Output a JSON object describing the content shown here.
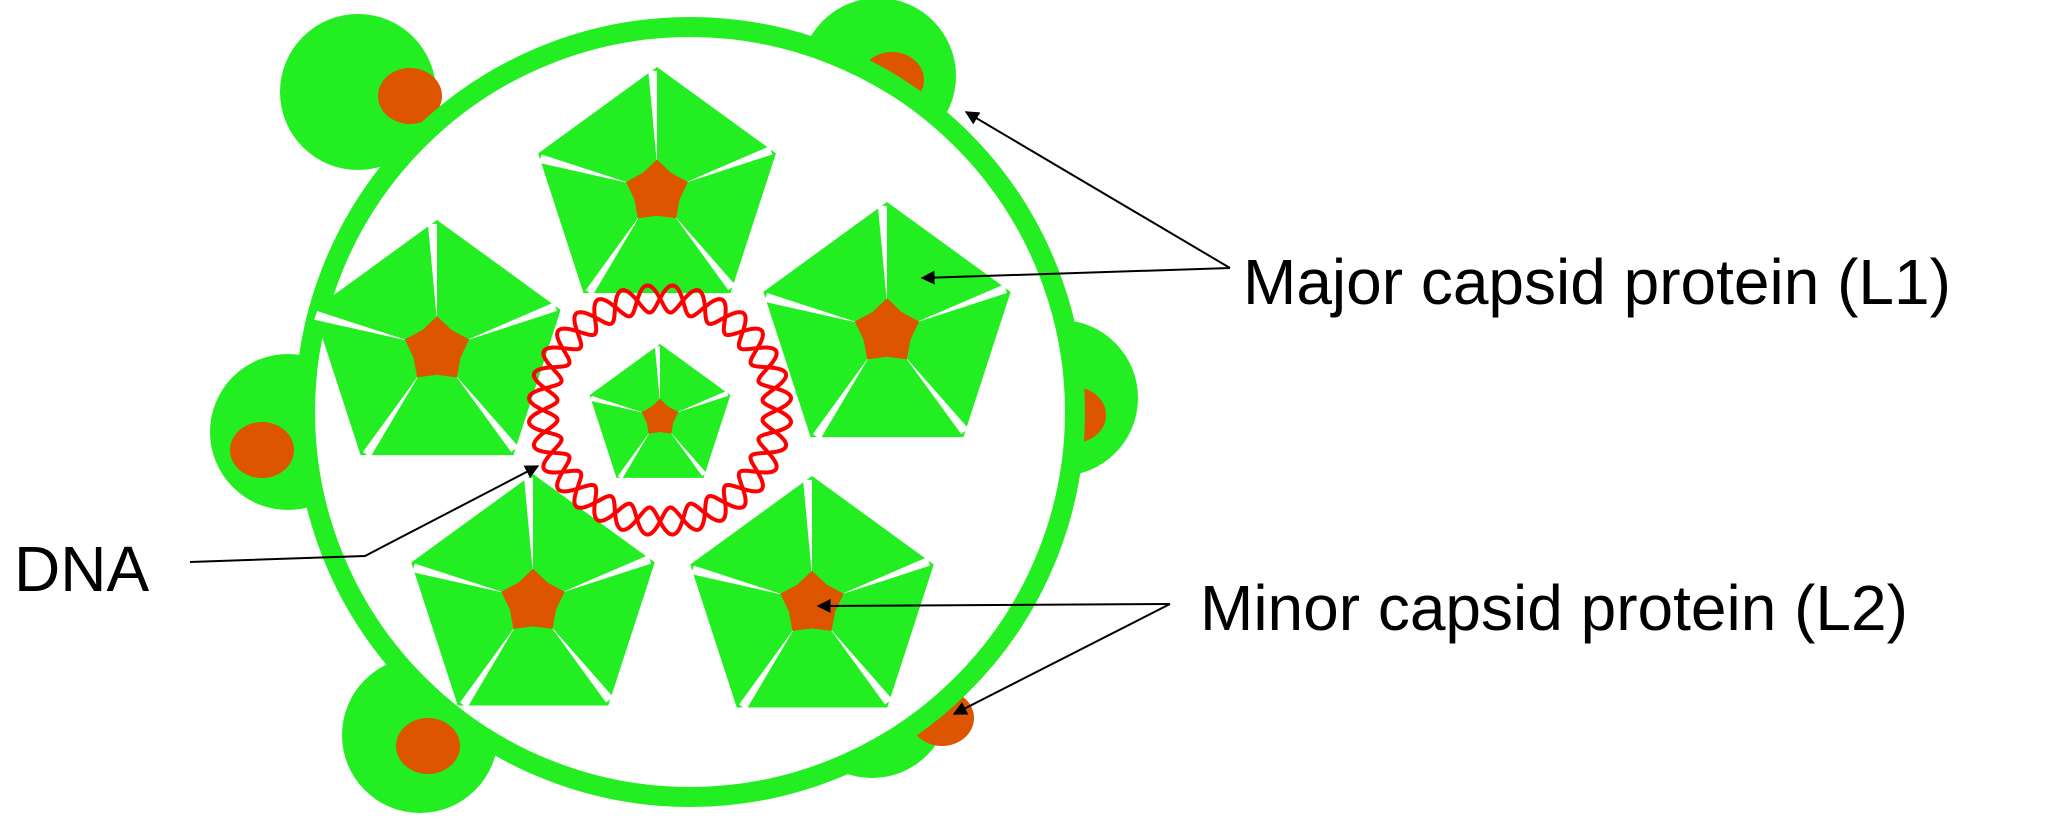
{
  "labels": {
    "major": "Major capsid protein (L1)",
    "minor": "Minor capsid protein (L2)",
    "dna": "DNA"
  },
  "colors": {
    "capsid_green": "#22ee22",
    "l2_orange": "#dd5500",
    "dna_red": "#ff0000",
    "background": "#ffffff",
    "line": "#000000"
  }
}
